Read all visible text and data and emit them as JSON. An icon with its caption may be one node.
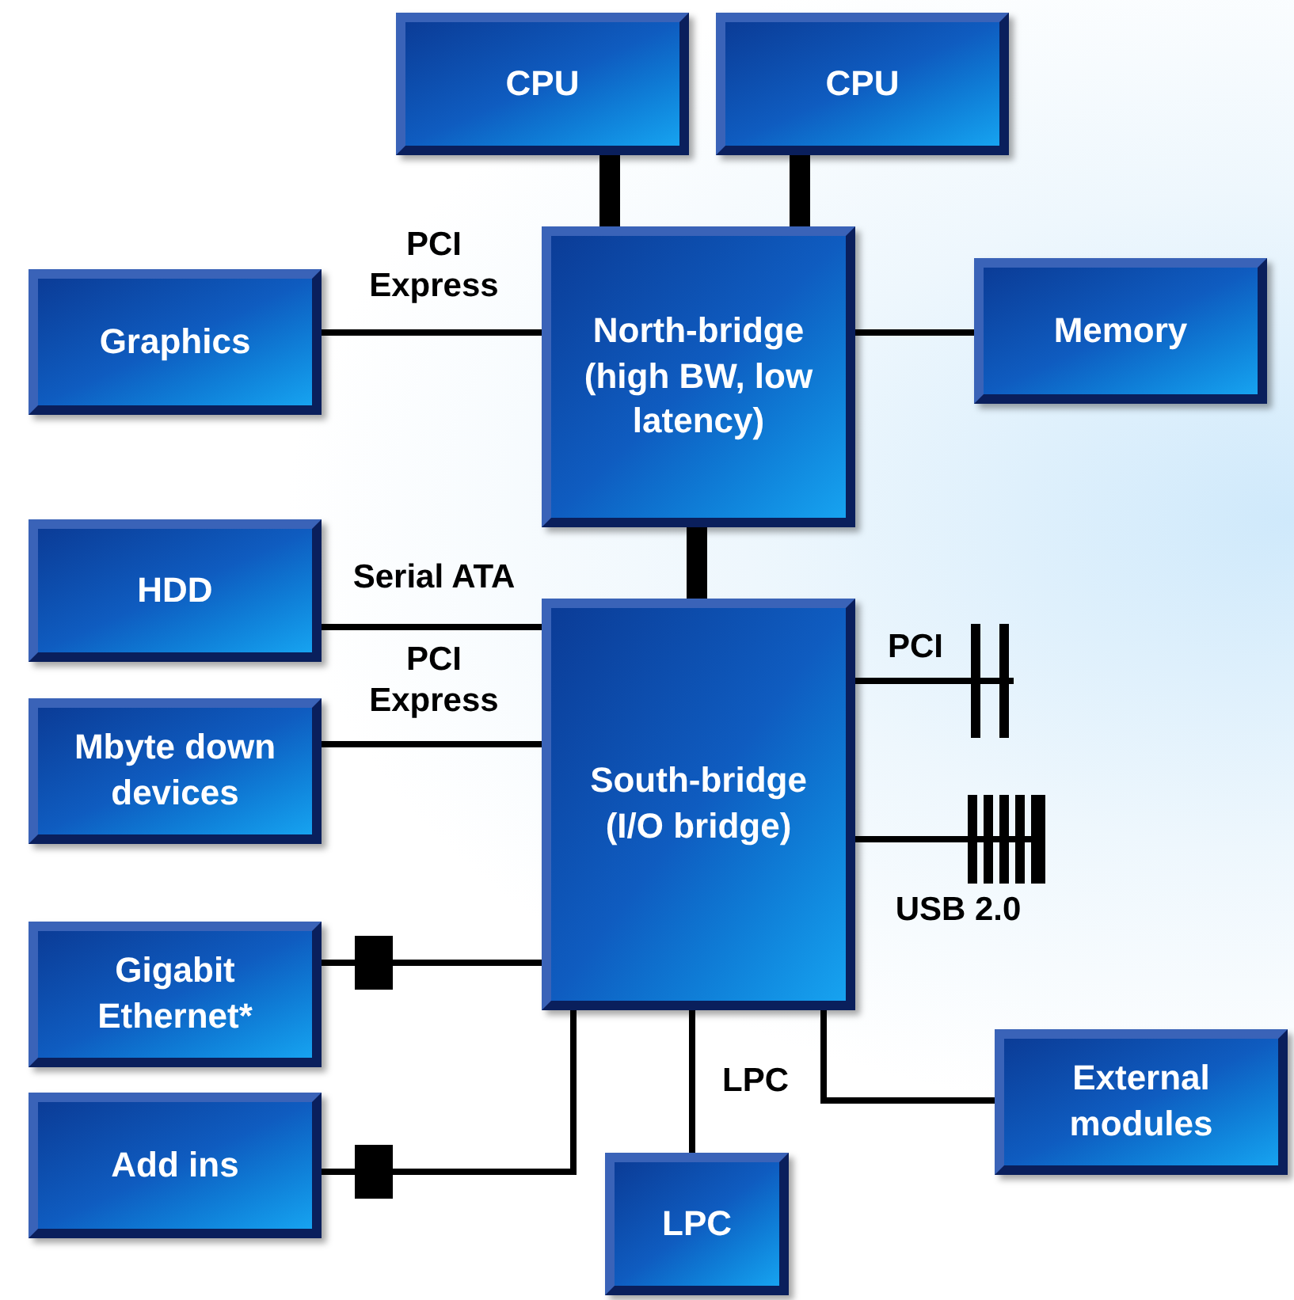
{
  "diagram": {
    "nodes": [
      {
        "text": [
          "CPU"
        ]
      },
      {
        "text": [
          "CPU"
        ]
      },
      {
        "text": [
          "North-bridge (high BW, low latency)"
        ]
      },
      {
        "text": [
          "Graphics"
        ]
      },
      {
        "text": [
          "Memory"
        ]
      },
      {
        "text": [
          "HDD"
        ]
      },
      {
        "text": [
          "South-bridge (I/O bridge)"
        ]
      },
      {
        "text": [
          "Mbyte down devices"
        ]
      },
      {
        "text": [
          "Gigabit Ethernet*"
        ]
      },
      {
        "text": [
          "Add ins"
        ]
      },
      {
        "text": [
          "External modules"
        ]
      },
      {
        "text": [
          "LPC"
        ]
      }
    ],
    "edges": [
      {
        "from": 0,
        "to": 2,
        "arrow": "none",
        "style": "thick"
      },
      {
        "from": 1,
        "to": 2,
        "arrow": "none",
        "style": "thick"
      },
      {
        "from": 3,
        "to": 2,
        "arrow": "none",
        "label": "PCI Express"
      },
      {
        "from": 2,
        "to": 4,
        "arrow": "none"
      },
      {
        "from": 2,
        "to": 6,
        "arrow": "none",
        "style": "thick"
      },
      {
        "from": 5,
        "to": 6,
        "arrow": "none",
        "label": "Serial ATA"
      },
      {
        "from": 7,
        "to": 6,
        "arrow": "none",
        "label": "PCI Express"
      },
      {
        "from": 8,
        "to": 6,
        "arrow": "none"
      },
      {
        "from": 9,
        "to": 6,
        "arrow": "none"
      },
      {
        "from": 6,
        "to": 11,
        "arrow": "none",
        "label": "LPC"
      },
      {
        "from": 6,
        "to": 10,
        "arrow": "none"
      },
      {
        "from": 6,
        "to": null,
        "arrow": "other",
        "label": "PCI"
      },
      {
        "from": 6,
        "to": null,
        "arrow": "other",
        "label": "USB 2.0"
      }
    ]
  }
}
